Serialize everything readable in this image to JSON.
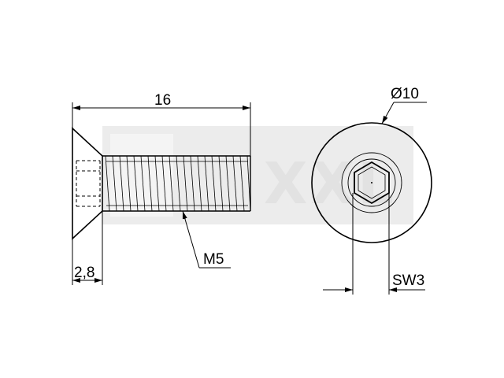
{
  "watermark": {
    "text": "XXL",
    "color": "#e2e2e2"
  },
  "dimensions": {
    "length": "16",
    "head_height": "2,8",
    "head_diameter": "Ø10",
    "thread": "M5",
    "wrench_size": "SW3"
  },
  "colors": {
    "line": "#000000",
    "background": "#ffffff"
  }
}
